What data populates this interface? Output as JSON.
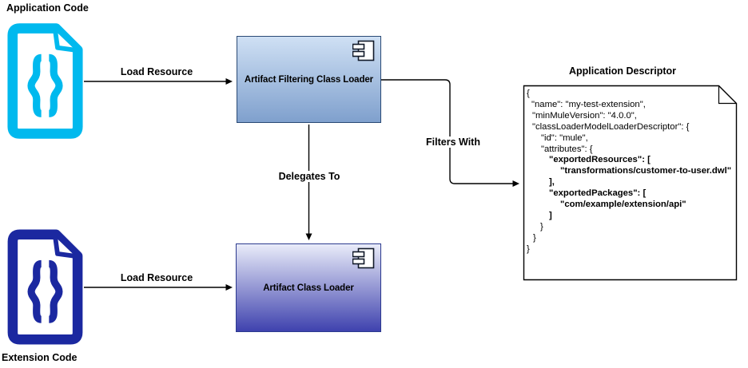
{
  "diagram": {
    "headings": {
      "application_code": "Application Code",
      "extension_code": "Extension Code"
    },
    "nodes": {
      "filtering_class_loader": {
        "label": "Artifact Filtering Class Loader"
      },
      "artifact_class_loader": {
        "label": "Artifact Class Loader"
      }
    },
    "edges": {
      "load_resource_app": {
        "label": "Load Resource",
        "from": "application-code",
        "to": "artifact-filtering-class-loader"
      },
      "load_resource_ext": {
        "label": "Load Resource",
        "from": "extension-code",
        "to": "artifact-class-loader"
      },
      "delegates_to": {
        "label": "Delegates To",
        "from": "artifact-filtering-class-loader",
        "to": "artifact-class-loader"
      },
      "filters_with": {
        "label": "Filters With",
        "from": "artifact-filtering-class-loader",
        "to": "application-descriptor"
      }
    },
    "descriptor": {
      "title": "Application Descriptor",
      "code_lines": [
        {
          "text": "{",
          "indent": 0,
          "bold": false
        },
        {
          "text": "\"name\": \"my-test-extension\",",
          "indent": 6,
          "bold": false
        },
        {
          "text": "\"minMuleVersion\": \"4.0.0\",",
          "indent": 7,
          "bold": false
        },
        {
          "text": "\"classLoaderModelLoaderDescriptor\": {",
          "indent": 7,
          "bold": false
        },
        {
          "text": "\"id\": \"mule\",",
          "indent": 18,
          "bold": false
        },
        {
          "text": "\"attributes\": {",
          "indent": 18,
          "bold": false
        },
        {
          "text": "\"exportedResources\": [",
          "indent": 28,
          "bold": true
        },
        {
          "text": "\"transformations/customer-to-user.dwl\"",
          "indent": 42,
          "bold": true
        },
        {
          "text": "],",
          "indent": 28,
          "bold": true
        },
        {
          "text": "\"exportedPackages\": [",
          "indent": 28,
          "bold": true
        },
        {
          "text": "\"com/example/extension/api\"",
          "indent": 42,
          "bold": true
        },
        {
          "text": "]",
          "indent": 28,
          "bold": true
        },
        {
          "text": "}",
          "indent": 17,
          "bold": false
        },
        {
          "text": "}",
          "indent": 8,
          "bold": false
        },
        {
          "text": "}",
          "indent": 0,
          "bold": false
        }
      ]
    },
    "icons": {
      "application_code": "file-code-icon",
      "extension_code": "file-code-icon",
      "component_badge": "uml-component-icon",
      "descriptor_shape": "folded-note-icon"
    }
  },
  "colors": {
    "app_icon": "#00b9ee",
    "ext_icon": "#1b28a0",
    "node_top_light": "#cfe0f4",
    "node_top_dark": "#7fa0cd",
    "node_top_border": "#2a4a75",
    "node_bottom_light": "#e9ecf9",
    "node_bottom_dark": "#3f42ae",
    "node_bottom_border": "#2c3a8e",
    "edge": "#000000"
  }
}
